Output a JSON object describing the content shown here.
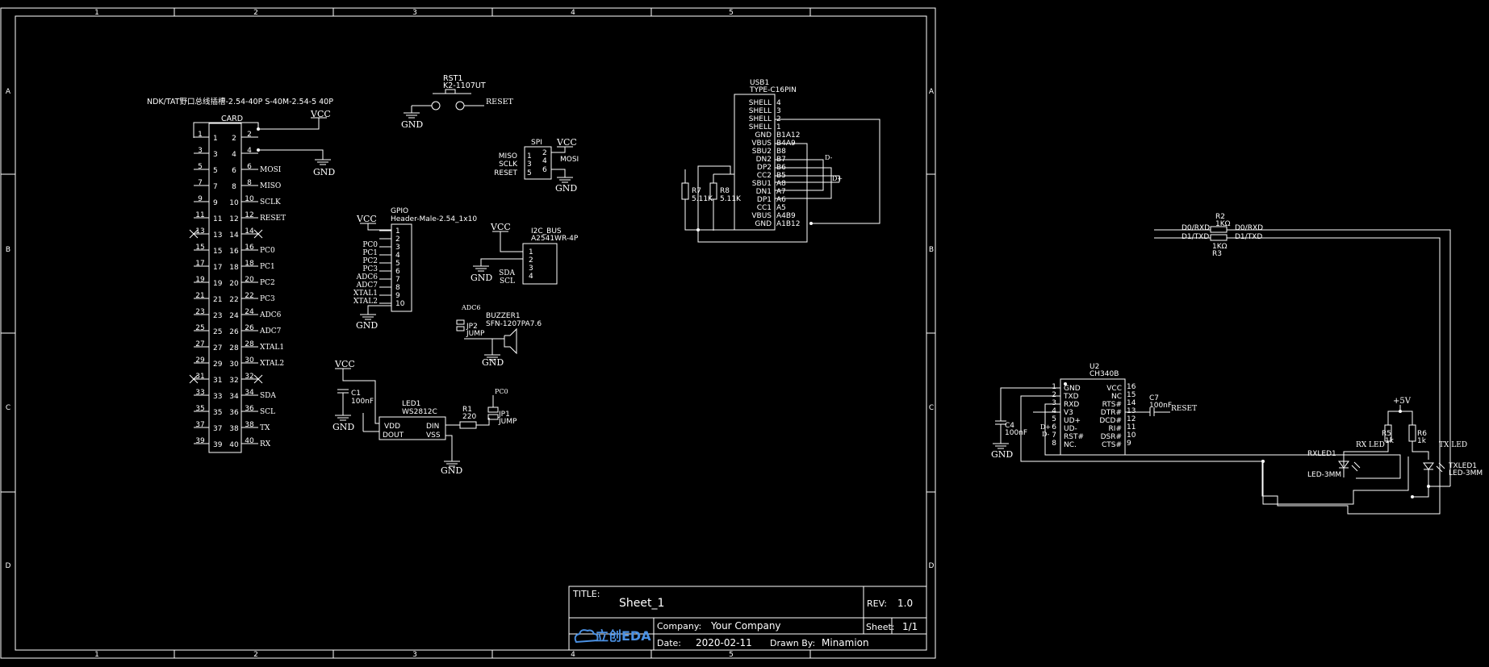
{
  "frame": {
    "columns": [
      "1",
      "2",
      "3",
      "4",
      "5"
    ],
    "rows": [
      "A",
      "B",
      "C",
      "D"
    ]
  },
  "title_block": {
    "title_label": "TITLE:",
    "title": "Sheet_1",
    "rev_label": "REV:",
    "rev": "1.0",
    "company_label": "Company:",
    "company": "Your Company",
    "sheet_label": "Sheet:",
    "sheet": "1/1",
    "date_label": "Date:",
    "date": "2020-02-11",
    "drawn_label": "Drawn By:",
    "drawn_by": "Minamion",
    "logo": "立创EDA"
  },
  "card": {
    "header": "NDK/TAT野口总线插槽-2.54-40P S-40M-2.54-5 40P",
    "name": "CARD",
    "left_pins": [
      "1",
      "3",
      "5",
      "7",
      "9",
      "11",
      "13",
      "15",
      "17",
      "19",
      "21",
      "23",
      "25",
      "27",
      "29",
      "31",
      "33",
      "35",
      "37",
      "39"
    ],
    "right_pins": [
      "2",
      "4",
      "6",
      "8",
      "10",
      "12",
      "14",
      "16",
      "18",
      "20",
      "22",
      "24",
      "26",
      "28",
      "30",
      "32",
      "34",
      "36",
      "38",
      "40"
    ],
    "nets": [
      "",
      "",
      "MOSI",
      "MISO",
      "SCLK",
      "RESET",
      "",
      "PC0",
      "PC1",
      "PC2",
      "PC3",
      "ADC6",
      "ADC7",
      "XTAL1",
      "XTAL2",
      "",
      "SDA",
      "SCL",
      "TX",
      "RX"
    ],
    "vcc": "VCC",
    "gnd": "GND"
  },
  "rst": {
    "ref": "RST1",
    "part": "K2-1107UT",
    "net": "RESET",
    "gnd": "GND"
  },
  "spi": {
    "name": "SPI",
    "vcc": "VCC",
    "gnd": "GND",
    "left_nets": [
      "MISO",
      "SCLK",
      "RESET"
    ],
    "left_pins": [
      "1",
      "3",
      "5"
    ],
    "right_pins": [
      "2",
      "4",
      "6"
    ],
    "right_nets": [
      "MOSI"
    ]
  },
  "gpio": {
    "ref": "GPIO",
    "part": "Header-Male-2.54_1x10",
    "vcc": "VCC",
    "gnd": "GND",
    "nets": [
      "PC0",
      "PC1",
      "PC2",
      "PC3",
      "ADC6",
      "ADC7",
      "XTAL1",
      "XTAL2"
    ],
    "pins": [
      "1",
      "2",
      "3",
      "4",
      "5",
      "6",
      "7",
      "8",
      "9",
      "10"
    ]
  },
  "i2c": {
    "ref": "I2C_BUS",
    "part": "A2541WR-4P",
    "vcc": "VCC",
    "gnd": "GND",
    "pins": [
      "1",
      "2",
      "3",
      "4"
    ],
    "nets": [
      "SDA",
      "SCL"
    ]
  },
  "buzzer": {
    "net": "ADC6",
    "jp": "JP2",
    "jp_part": "JUMP",
    "ref": "BUZZER1",
    "part": "SFN-1207PA7.6",
    "gnd": "GND"
  },
  "led1": {
    "vcc": "VCC",
    "c_ref": "C1",
    "c_val": "100nF",
    "gnd": "GND",
    "ref": "LED1",
    "part": "WS2812C",
    "pin_vdd": "VDD",
    "pin_dout": "DOUT",
    "pin_din": "DIN",
    "pin_vss": "VSS",
    "r_ref": "R1",
    "r_val": "220",
    "jp_net": "PC0",
    "jp": "JP1",
    "jp_part": "JUMP",
    "gnd2": "GND"
  },
  "usb": {
    "ref": "USB1",
    "part": "TYPE-C16PIN",
    "pins": [
      "SHELL",
      "SHELL",
      "SHELL",
      "SHELL",
      "GND",
      "VBUS",
      "SBU2",
      "DN2",
      "DP2",
      "CC2",
      "SBU1",
      "DN1",
      "DP1",
      "CC1",
      "VBUS",
      "GND"
    ],
    "numbers": [
      "4",
      "3",
      "2",
      "1",
      "B1A12",
      "B4A9",
      "B8",
      "B7",
      "B6",
      "B5",
      "A8",
      "A7",
      "A6",
      "A5",
      "A4B9",
      "A1B12"
    ],
    "r7": "R7",
    "r7_val": "5.11K",
    "r8": "R8",
    "r8_val": "5.11K",
    "dminus": "D-",
    "dplus": "D+"
  },
  "serial": {
    "r2": "R2",
    "r2_val": "1KΩ",
    "r3": "R3",
    "r3_val": "1KΩ",
    "left_rx": "D0/RXD",
    "left_tx": "D1/TXD",
    "right_rx": "D0/RXD",
    "right_tx": "D1/TXD"
  },
  "ch340": {
    "ref": "U2",
    "part": "CH340B",
    "left_names": [
      "GND",
      "TXD",
      "RXD",
      "V3",
      "UD+",
      "UD-",
      "RST#",
      "NC."
    ],
    "left_nums": [
      "1",
      "2",
      "3",
      "4",
      "5",
      "6",
      "7",
      "8"
    ],
    "right_names": [
      "VCC",
      "NC",
      "RTS#",
      "DTR#",
      "DCD#",
      "RI#",
      "DSR#",
      "CTS#"
    ],
    "right_nums": [
      "16",
      "15",
      "14",
      "13",
      "12",
      "11",
      "10",
      "9"
    ],
    "c4": "C4",
    "c4_val": "100nF",
    "gnd": "GND",
    "dplus": "D+",
    "dminus": "D-",
    "c7": "C7",
    "c7_val": "100nF",
    "reset": "RESET",
    "v5": "+5V",
    "r5": "R5",
    "r5_val": "1k",
    "r6": "R6",
    "r6_val": "1k",
    "rx_led": "RX LED",
    "tx_led": "TX LED",
    "rxled_ref": "RXLED1",
    "rxled_part": "LED-3MM",
    "txled_ref": "TXLED1",
    "txled_part": "LED-3MM"
  }
}
